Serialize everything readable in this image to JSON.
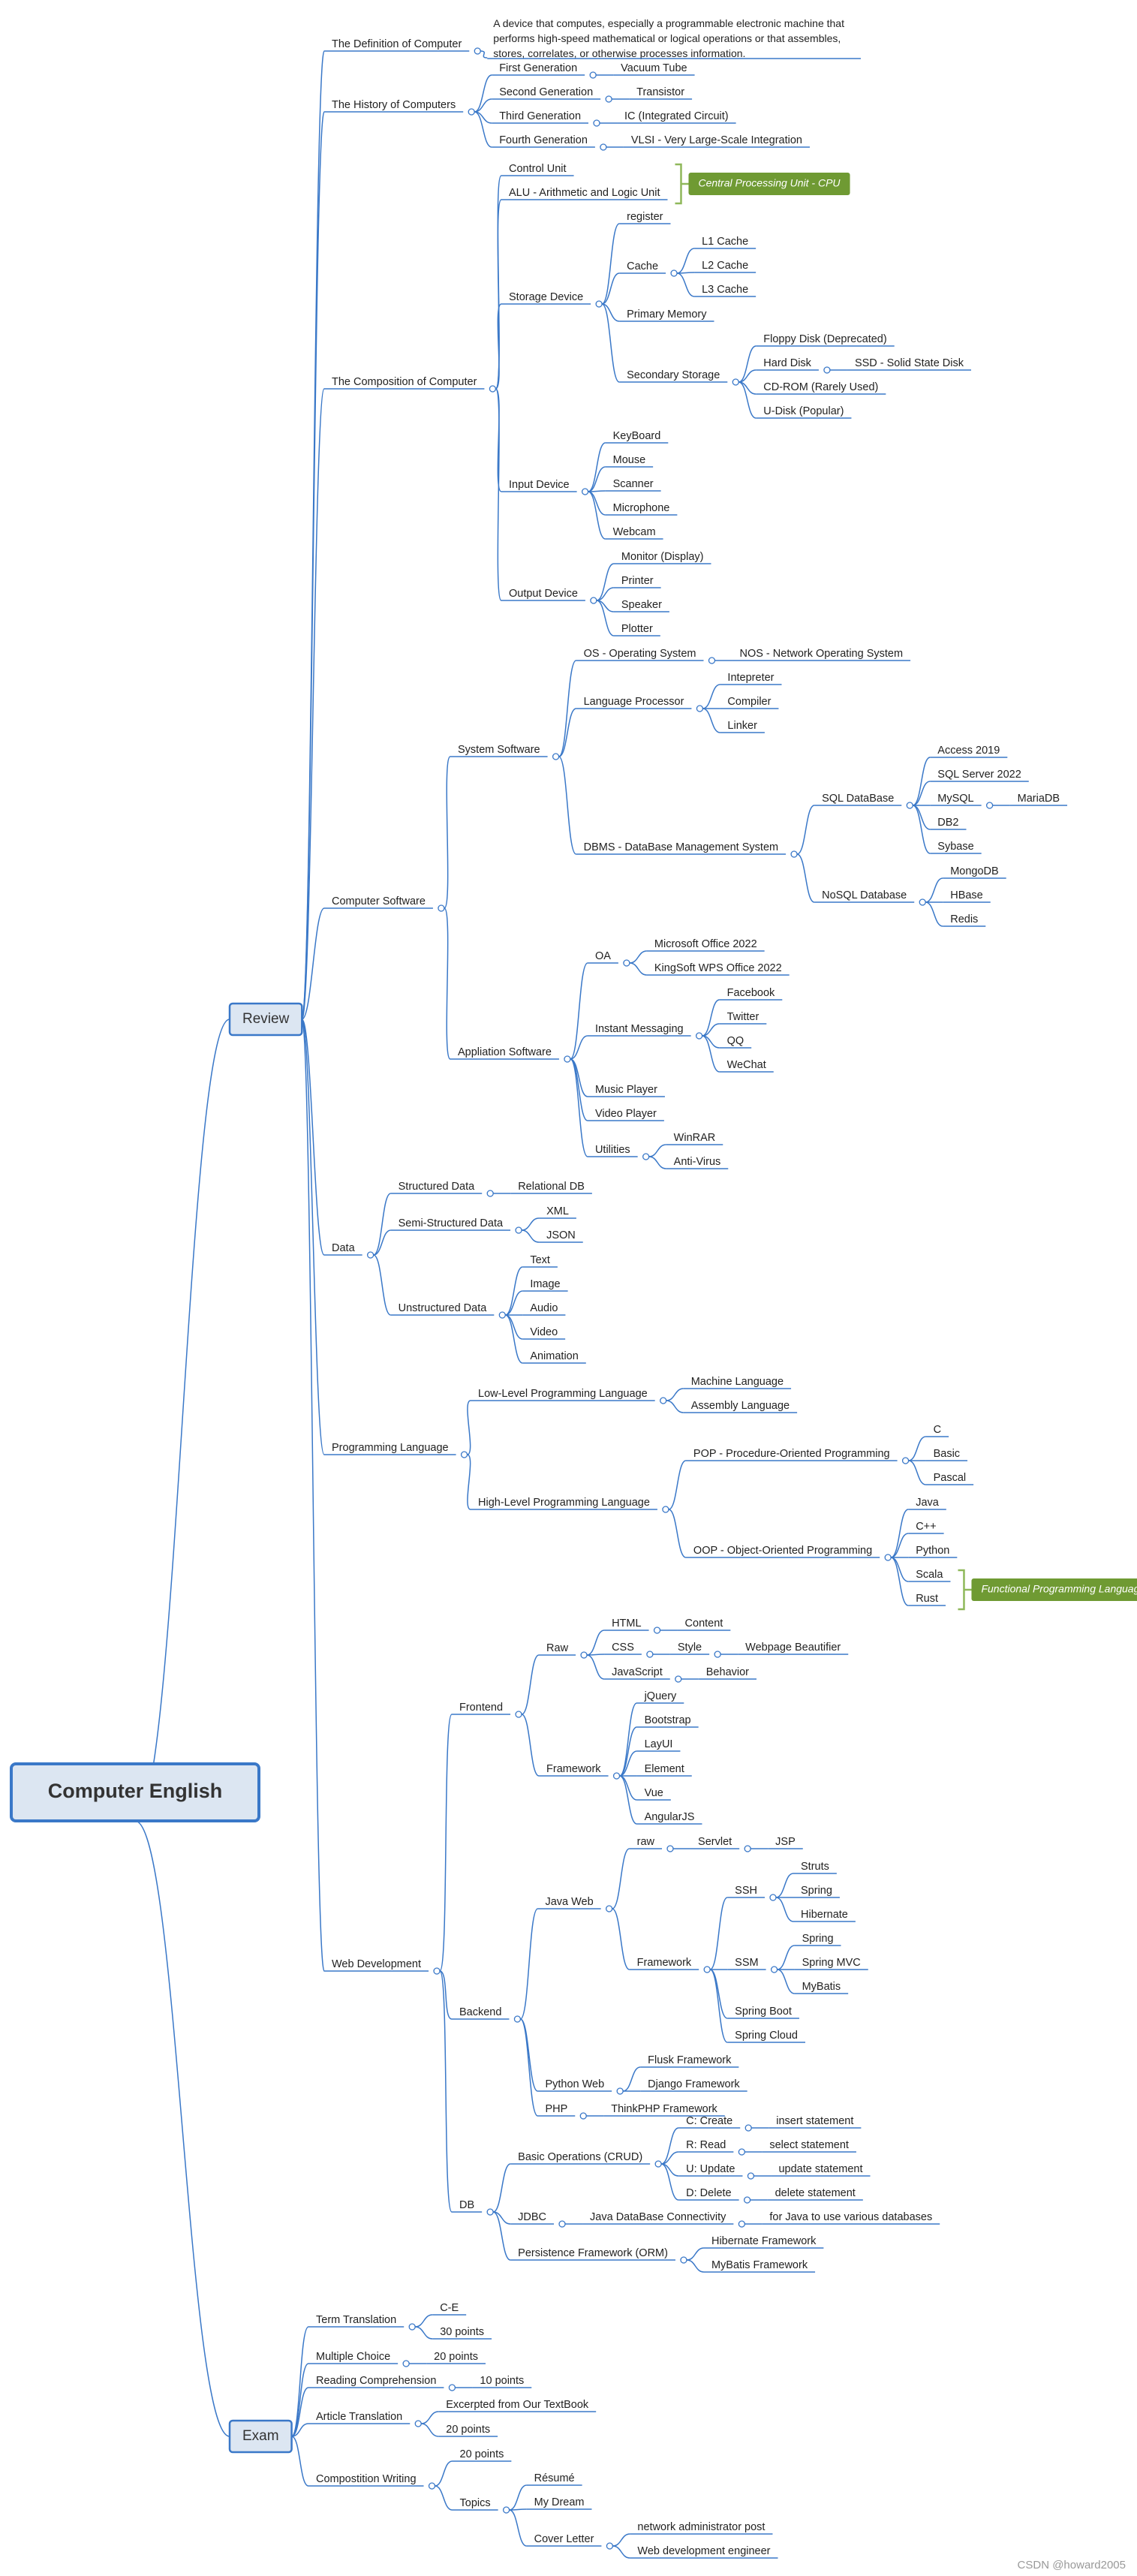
{
  "mindmap": {
    "root": "Computer English",
    "review": {
      "label": "Review",
      "definition": {
        "label": "The Definition of Computer",
        "text": [
          "A device that computes, especially a programmable electronic machine that",
          "performs high-speed mathematical or logical operations or that assembles,",
          "stores, correlates, or otherwise processes information."
        ]
      },
      "history": {
        "label": "The History of Computers",
        "items": [
          {
            "label": "First Generation",
            "value": "Vacuum Tube"
          },
          {
            "label": "Second Generation",
            "value": "Transistor"
          },
          {
            "label": "Third Generation",
            "value": "IC (Integrated Circuit)"
          },
          {
            "label": "Fourth Generation",
            "value": "VLSI - Very Large-Scale Integration"
          }
        ]
      },
      "composition": {
        "label": "The Composition of Computer",
        "control_unit": "Control Unit",
        "alu": "ALU - Arithmetic and Logic Unit",
        "cpu_note": "Central Processing Unit - CPU",
        "storage": {
          "label": "Storage Device",
          "register": "register",
          "cache": {
            "label": "Cache",
            "items": [
              "L1 Cache",
              "L2 Cache",
              "L3 Cache"
            ]
          },
          "primary": "Primary Memory",
          "secondary": {
            "label": "Secondary Storage",
            "floppy": "Floppy Disk (Deprecated)",
            "hard_disk": "Hard Disk",
            "ssd": "SSD - Solid State Disk",
            "cdrom": "CD-ROM (Rarely Used)",
            "udisk": "U-Disk (Popular)"
          }
        },
        "input": {
          "label": "Input Device",
          "items": [
            "KeyBoard",
            "Mouse",
            "Scanner",
            "Microphone",
            "Webcam"
          ]
        },
        "output": {
          "label": "Output Device",
          "items": [
            "Monitor (Display)",
            "Printer",
            "Speaker",
            "Plotter"
          ]
        }
      },
      "software": {
        "label": "Computer Software",
        "system": {
          "label": "System Software",
          "os": "OS - Operating System",
          "nos": "NOS - Network Operating System",
          "lang_proc": {
            "label": "Language Processor",
            "items": [
              "Intepreter",
              "Compiler",
              "Linker"
            ]
          },
          "dbms": {
            "label": "DBMS - DataBase Management System",
            "sql": {
              "label": "SQL DataBase",
              "access": "Access 2019",
              "sqlserver": "SQL Server 2022",
              "mysql": "MySQL",
              "mariadb": "MariaDB",
              "db2": "DB2",
              "sybase": "Sybase"
            },
            "nosql": {
              "label": "NoSQL Database",
              "items": [
                "MongoDB",
                "HBase",
                "Redis"
              ]
            }
          }
        },
        "application": {
          "label": "Appliation Software",
          "oa": {
            "label": "OA",
            "items": [
              "Microsoft Office 2022",
              "KingSoft WPS Office 2022"
            ]
          },
          "im": {
            "label": "Instant Messaging",
            "items": [
              "Facebook",
              "Twitter",
              "QQ",
              "WeChat"
            ]
          },
          "music": "Music Player",
          "video": "Video Player",
          "utilities": {
            "label": "Utilities",
            "items": [
              "WinRAR",
              "Anti-Virus"
            ]
          }
        }
      },
      "data": {
        "label": "Data",
        "structured": {
          "label": "Structured Data",
          "value": "Relational DB"
        },
        "semi": {
          "label": "Semi-Structured Data",
          "items": [
            "XML",
            "JSON"
          ]
        },
        "unstructured": {
          "label": "Unstructured Data",
          "items": [
            "Text",
            "Image",
            "Audio",
            "Video",
            "Animation"
          ]
        }
      },
      "programming": {
        "label": "Programming Language",
        "low": {
          "label": "Low-Level Programming Language",
          "items": [
            "Machine Language",
            "Assembly Language"
          ]
        },
        "high": {
          "label": "High-Level Programming Language",
          "pop": {
            "label": "POP - Procedure-Oriented Programming",
            "items": [
              "C",
              "Basic",
              "Pascal"
            ]
          },
          "oop": {
            "label": "OOP - Object-Oriented Programming",
            "items": [
              "Java",
              "C++",
              "Python",
              "Scala",
              "Rust"
            ]
          },
          "fp_note": "Functional Programming Languages"
        }
      },
      "webdev": {
        "label": "Web Development",
        "frontend": {
          "label": "Frontend",
          "raw": {
            "label": "Raw",
            "html": "HTML",
            "html_v": "Content",
            "css": "CSS",
            "css_v": "Style",
            "css_v2": "Webpage Beautifier",
            "js": "JavaScript",
            "js_v": "Behavior"
          },
          "framework": {
            "label": "Framework",
            "items": [
              "jQuery",
              "Bootstrap",
              "LayUI",
              "Element",
              "Vue",
              "AngularJS"
            ]
          }
        },
        "backend": {
          "label": "Backend",
          "javaweb": {
            "label": "Java Web",
            "raw": "raw",
            "servlet": "Servlet",
            "jsp": "JSP",
            "framework": "Framework",
            "ssh": {
              "label": "SSH",
              "items": [
                "Struts",
                "Spring",
                "Hibernate"
              ]
            },
            "ssm": {
              "label": "SSM",
              "items": [
                "Spring",
                "Spring MVC",
                "MyBatis"
              ]
            },
            "boot": "Spring Boot",
            "cloud": "Spring Cloud"
          },
          "python": {
            "label": "Python Web",
            "items": [
              "Flusk Framework",
              "Django Framework"
            ]
          },
          "php": {
            "label": "PHP",
            "value": "ThinkPHP Framework"
          }
        },
        "db": {
          "label": "DB",
          "crud": {
            "label": "Basic Operations (CRUD)",
            "items": [
              {
                "label": "C: Create",
                "value": "insert statement"
              },
              {
                "label": "R: Read",
                "value": "select statement"
              },
              {
                "label": "U: Update",
                "value": "update statement"
              },
              {
                "label": "D: Delete",
                "value": "delete statement"
              }
            ]
          },
          "jdbc": {
            "label": "JDBC",
            "value": "Java DataBase Connectivity",
            "value2": "for Java to use various databases"
          },
          "orm": {
            "label": "Persistence Framework (ORM)",
            "items": [
              "Hibernate Framework",
              "MyBatis Framework"
            ]
          }
        }
      }
    },
    "exam": {
      "label": "Exam",
      "term": {
        "label": "Term Translation",
        "value": "C-E",
        "points": "30 points"
      },
      "mc": {
        "label": "Multiple Choice",
        "points": "20 points"
      },
      "reading": {
        "label": "Reading Comprehension",
        "points": "10 points"
      },
      "article": {
        "label": "Article Translation",
        "value": "Excerpted from Our TextBook",
        "points": "20 points"
      },
      "composition": {
        "label": "Compostition Writing",
        "points": "20 points",
        "topics": {
          "label": "Topics",
          "items": [
            "Résumé",
            "My Dream"
          ],
          "cover": {
            "label": "Cover Letter",
            "items": [
              "network administrator post",
              "Web development engineer"
            ]
          }
        }
      }
    },
    "watermark": "CSDN @howard2005",
    "colors": {
      "line": "#3a78c8",
      "node_fill": "#dce6f2",
      "note_fill": "#6f9a33",
      "bracket": "#8fb85a"
    }
  }
}
